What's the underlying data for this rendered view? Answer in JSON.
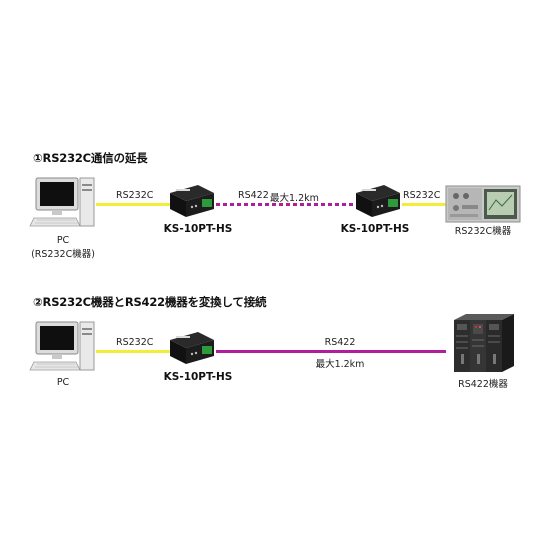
{
  "section1": {
    "heading": "①RS232C通信の延長",
    "pc_label": "PC",
    "pc_sublabel": "(RS232C機器)",
    "rs232_left": "RS232C",
    "rs422_label": "RS422",
    "distance": "最大1.2km",
    "rs232_right": "RS232C",
    "model_left": "KS-10PT-HS",
    "model_right": "KS-10PT-HS",
    "device_label": "RS232C機器"
  },
  "section2": {
    "heading": "②RS232C機器とRS422機器を変換して接続",
    "pc_label": "PC",
    "rs232_label": "RS232C",
    "model": "KS-10PT-HS",
    "rs422_label": "RS422",
    "distance": "最大1.2km",
    "device_label": "RS422機器"
  },
  "colors": {
    "rs232_line": "#f1ee3a",
    "rs422_line": "#b01e9c"
  },
  "icons": [
    "pc-icon",
    "converter-icon",
    "monitor-device-icon",
    "server-rack-icon"
  ]
}
